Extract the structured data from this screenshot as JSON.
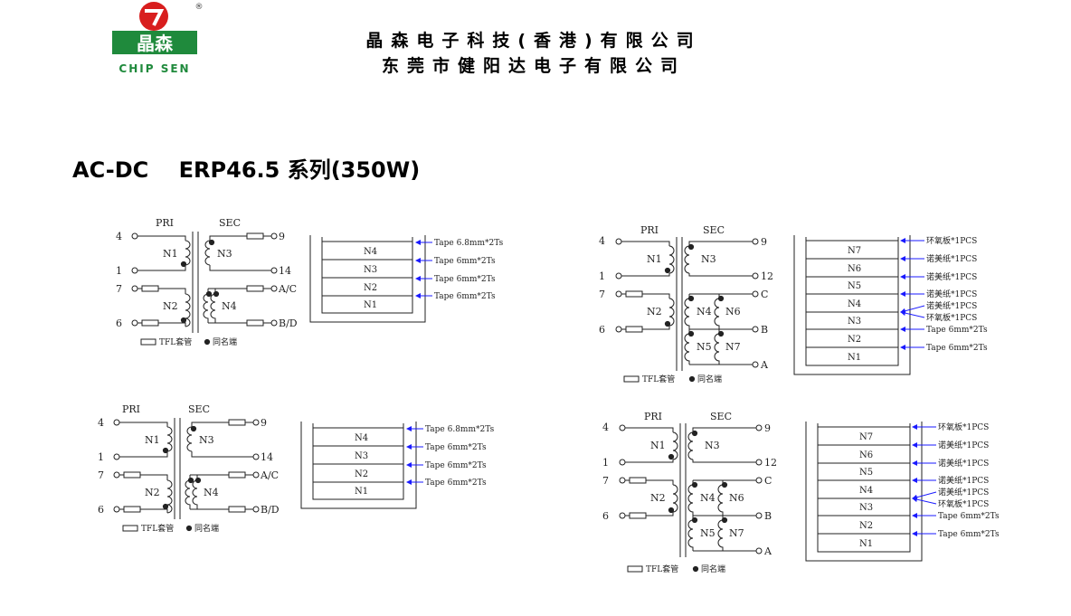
{
  "header": {
    "logo_text": "晶森",
    "logo_brand": "CHIP SEN",
    "registered_mark": "®",
    "company_line1": "晶森电子科技(香港)有限公司",
    "company_line2": "东莞市健阳达电子有限公司"
  },
  "title": "AC-DC    ERP46.5 系列(350W)",
  "labels": {
    "pri": "PRI",
    "sec": "SEC",
    "legend_tfl": "TFL套管",
    "legend_dot": "同名端"
  },
  "diagram_4w": {
    "pins": {
      "p4": "4",
      "p1": "1",
      "p7": "7",
      "p6": "6",
      "p9": "9",
      "p14": "14",
      "pac": "A/C",
      "pbd": "B/D"
    },
    "windings": {
      "n1": "N1",
      "n2": "N2",
      "n3": "N3",
      "n4": "N4"
    },
    "layers": [
      "N4",
      "N3",
      "N2",
      "N1"
    ],
    "tapes": [
      "Tape 6.8mm*2Ts",
      "Tape 6mm*2Ts",
      "Tape 6mm*2Ts",
      "Tape 6mm*2Ts"
    ]
  },
  "diagram_7w": {
    "pins": {
      "p4": "4",
      "p1": "1",
      "p7": "7",
      "p6": "6",
      "p9": "9",
      "p12": "12",
      "pc": "C",
      "pb": "B",
      "pa": "A"
    },
    "windings": {
      "n1": "N1",
      "n2": "N2",
      "n3": "N3",
      "n4": "N4",
      "n5": "N5",
      "n6": "N6",
      "n7": "N7"
    },
    "layers": [
      "N7",
      "N6",
      "N5",
      "N4",
      "N3",
      "N2",
      "N1"
    ],
    "tapes": [
      "环氧板*1PCS",
      "诺美纸*1PCS",
      "诺美纸*1PCS",
      "诺美纸*1PCS",
      "诺美纸*1PCS",
      "环氧板*1PCS",
      "Tape 6mm*2Ts",
      "Tape 6mm*2Ts"
    ]
  },
  "colors": {
    "logo_red": "#d81e1e",
    "logo_green": "#1f8a3c",
    "tape_arrow": "#1a1aff"
  }
}
